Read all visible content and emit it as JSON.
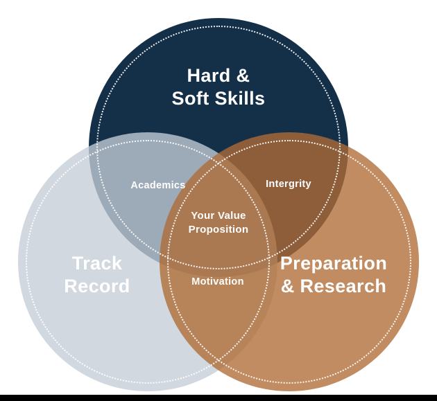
{
  "venn": {
    "circles": [
      {
        "id": "hard-soft-skills",
        "line1": "Hard &",
        "line2": "Soft Skills",
        "color": "#143049"
      },
      {
        "id": "track-record",
        "line1": "Track",
        "line2": "Record",
        "color": "#d3dae0"
      },
      {
        "id": "prep-research",
        "line1": "Preparation",
        "line2": "& Research",
        "color": "#c08c61"
      }
    ],
    "overlaps": {
      "top_left": "Academics",
      "top_right": "Intergrity",
      "bottom": "Motivation",
      "center": {
        "line1": "Your Value",
        "line2": "Proposition"
      }
    }
  },
  "colors": {
    "text": "#ffffff",
    "background": "#ffffff",
    "footer_bar": "#000000"
  }
}
